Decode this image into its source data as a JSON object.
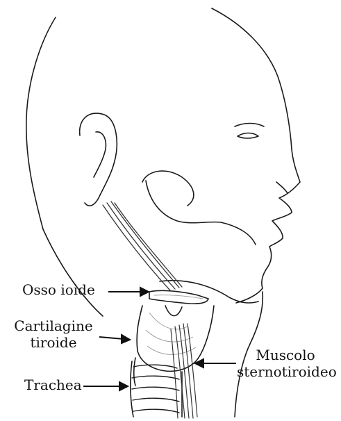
{
  "labels": {
    "osso_ioide": "Osso ioide",
    "cartilagine_line1": "Cartilagine",
    "cartilagine_line2": "tiroide",
    "trachea": "Trachea",
    "muscolo_line1": "Muscolo",
    "muscolo_line2": "sternotiroideo"
  },
  "colors": {
    "ink": "#1a1a1a",
    "muscle": "#333333",
    "shade": "#9a9a9a"
  }
}
